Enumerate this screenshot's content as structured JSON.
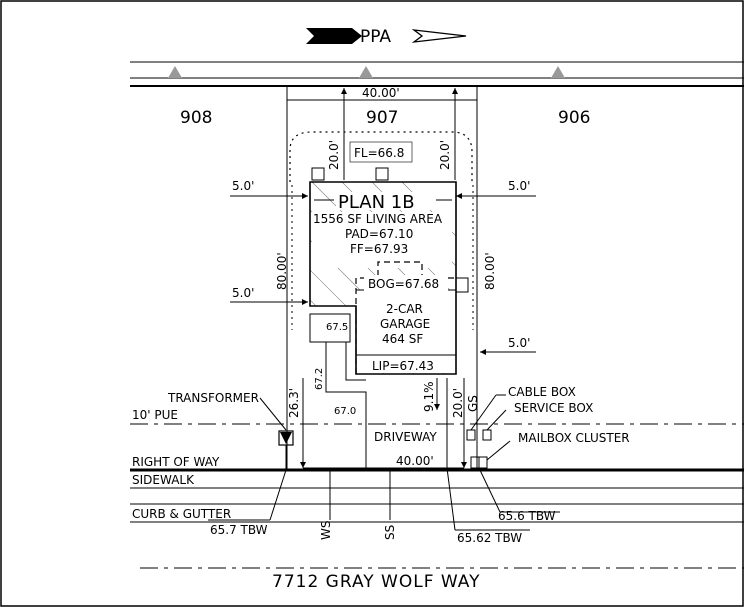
{
  "north_label": "PPA",
  "lots": {
    "left": "908",
    "center": "907",
    "right": "906"
  },
  "frontage_top": "40.00'",
  "frontage_bottom": "40.00'",
  "setbacks": {
    "rear_left": "20.0'",
    "rear_right": "20.0'",
    "side_left_top": "5.0'",
    "side_left_bottom": "5.0'",
    "side_right_top": "5.0'",
    "side_right_bottom": "5.0'",
    "depth_left": "80.00'",
    "depth_right": "80.00'",
    "front_left": "26.3'",
    "front_right": "20.0'",
    "slope": "9.1%"
  },
  "plan": {
    "name": "PLAN 1B",
    "living_area": "1556 SF LIVING AREA",
    "pad": "PAD=67.10",
    "ff": "FF=67.93",
    "fl": "FL=66.8",
    "bog": "BOG=67.68",
    "garage_line1": "2-CAR",
    "garage_line2": "GARAGE",
    "garage_area": "464 SF",
    "lip": "LIP=67.43"
  },
  "elevations": {
    "walk_a": "67.5",
    "walk_b": "67.2",
    "walk_c": "67.0"
  },
  "utilities": {
    "transformer": "TRANSFORMER",
    "pue": "10' PUE",
    "cable_box": "CABLE BOX",
    "service_box": "SERVICE BOX",
    "mailbox": "MAILBOX CLUSTER",
    "gs": "GS",
    "ws": "WS",
    "ss": "SS",
    "driveway": "DRIVEWAY"
  },
  "street_lines": {
    "right_of_way": "RIGHT OF WAY",
    "sidewalk": "SIDEWALK",
    "curb": "CURB & GUTTER"
  },
  "tbw": {
    "left": "65.7 TBW",
    "right": "65.6 TBW",
    "center": "65.62 TBW"
  },
  "street_name": "7712 GRAY WOLF WAY"
}
